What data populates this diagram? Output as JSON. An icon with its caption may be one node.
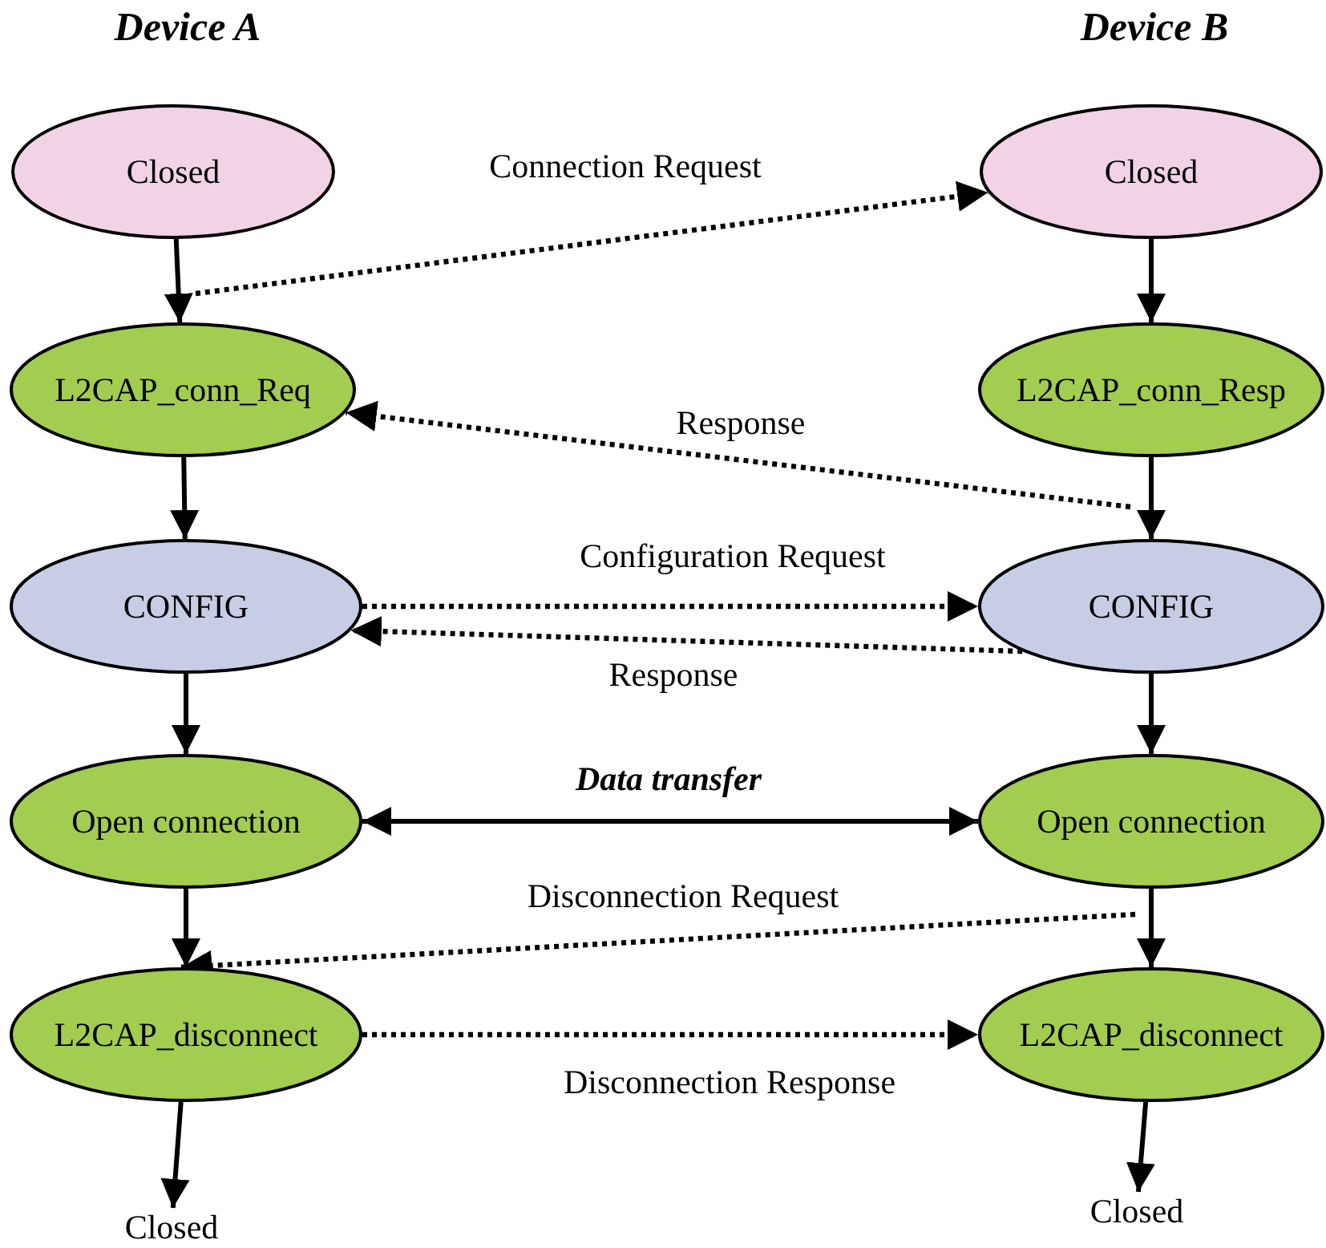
{
  "diagram": {
    "nodes": [
      {
        "text": [
          "Closed"
        ]
      },
      {
        "text": [
          "Closed"
        ]
      },
      {
        "text": [
          "L2CAP_conn_Req"
        ]
      },
      {
        "text": [
          "L2CAP_conn_Resp"
        ]
      },
      {
        "text": [
          "CONFIG"
        ]
      },
      {
        "text": [
          "CONFIG"
        ]
      },
      {
        "text": [
          "Open connection"
        ]
      },
      {
        "text": [
          "Open connection"
        ]
      },
      {
        "text": [
          "L2CAP_disconnect"
        ]
      },
      {
        "text": [
          "L2CAP_disconnect"
        ]
      },
      {
        "text": [
          "Closed"
        ]
      },
      {
        "text": [
          "Closed"
        ]
      }
    ],
    "edges": [
      {
        "from": 0,
        "to": 2,
        "arrow": "to"
      },
      {
        "from": 1,
        "to": 3,
        "arrow": "to"
      },
      {
        "from": null,
        "to": 1,
        "arrow": "to",
        "label": "Connection Request",
        "style": "dashed"
      },
      {
        "from": null,
        "to": 2,
        "arrow": "to",
        "label": "Response",
        "style": "dashed"
      },
      {
        "from": 2,
        "to": 4,
        "arrow": "to"
      },
      {
        "from": 3,
        "to": 5,
        "arrow": "to"
      },
      {
        "from": 4,
        "to": 5,
        "arrow": "to",
        "label": "Configuration Request",
        "style": "dashed"
      },
      {
        "from": 5,
        "to": 4,
        "arrow": "to",
        "label": "Response",
        "style": "dashed"
      },
      {
        "from": 4,
        "to": 6,
        "arrow": "to"
      },
      {
        "from": 5,
        "to": 7,
        "arrow": "to"
      },
      {
        "from": 6,
        "to": 7,
        "arrow": "both",
        "label": "Data transfer"
      },
      {
        "from": 6,
        "to": 8,
        "arrow": "to"
      },
      {
        "from": 7,
        "to": 9,
        "arrow": "to"
      },
      {
        "from": null,
        "to": 8,
        "arrow": "to",
        "label": "Disconnection Request",
        "style": "dashed"
      },
      {
        "from": 8,
        "to": 9,
        "arrow": "to",
        "label": "Disconnection Response",
        "style": "dashed"
      },
      {
        "from": 8,
        "to": 10,
        "arrow": "to"
      },
      {
        "from": 9,
        "to": 11,
        "arrow": "to"
      }
    ],
    "labels": [
      "Device A",
      "Device B"
    ]
  }
}
